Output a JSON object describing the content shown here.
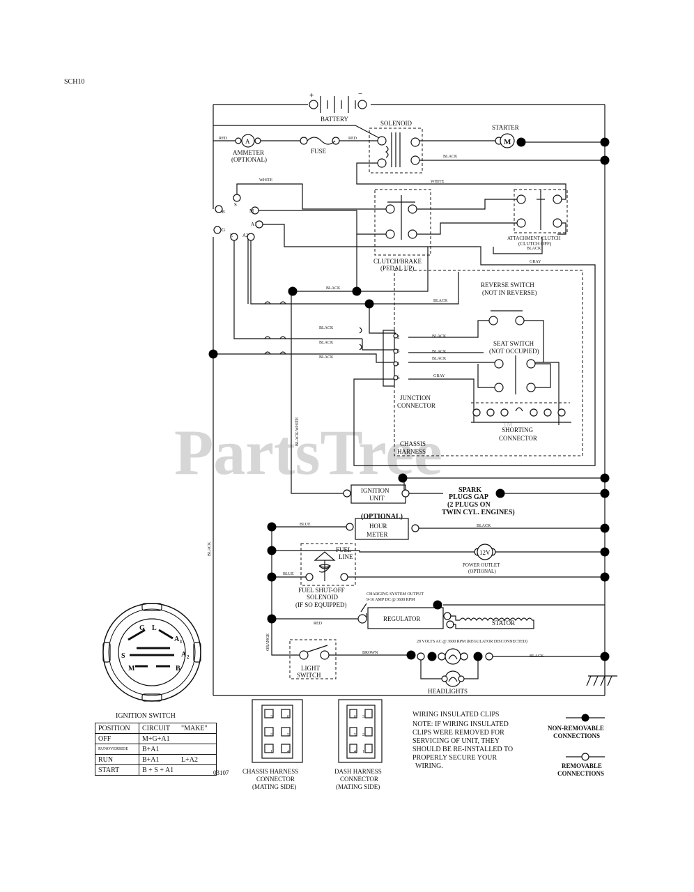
{
  "header": {
    "code": "SCH10",
    "footer_code": "03107"
  },
  "watermark": {
    "text": "PartsTree",
    "tm": "TM"
  },
  "components": {
    "battery": "BATTERY",
    "battery_plus": "+",
    "battery_minus": "−",
    "solenoid": "SOLENOID",
    "starter": "STARTER",
    "starter_motor": "M",
    "ammeter": "AMMETER",
    "ammeter_optional": "(OPTIONAL)",
    "ammeter_symbol": "A",
    "fuse": "FUSE",
    "clutch_brake": "CLUTCH/BRAKE",
    "clutch_brake_sub": "(PEDAL UP)",
    "attachment_clutch": "ATTACHMENT CLUTCH",
    "attachment_clutch_sub": "(CLUTCH OFF)",
    "reverse_switch": "REVERSE SWITCH",
    "reverse_switch_sub": "(NOT IN REVERSE)",
    "seat_switch": "SEAT SWITCH",
    "seat_switch_sub": "(NOT OCCUPIED)",
    "junction_connector_1": "JUNCTION",
    "junction_connector_2": "CONNECTOR",
    "shorting_connector_1": "SHORTING",
    "shorting_connector_2": "CONNECTOR",
    "chassis_harness_1": "CHASSIS",
    "chassis_harness_2": "HARNESS",
    "ignition_unit_1": "IGNITION",
    "ignition_unit_2": "UNIT",
    "spark_plugs_1": "SPARK",
    "spark_plugs_2": "PLUGS GAP",
    "spark_plugs_3": "(2 PLUGS ON",
    "spark_plugs_4": "TWIN CYL. ENGINES)",
    "hour_meter_optional": "(OPTIONAL)",
    "hour_meter_1": "HOUR",
    "hour_meter_2": "METER",
    "fuel_line_1": "FUEL",
    "fuel_line_2": "LINE",
    "power_outlet_symbol": "12V",
    "power_outlet": "POWER OUTLET",
    "power_outlet_sub": "(OPTIONAL)",
    "fuel_solenoid_1": "FUEL SHUT-OFF",
    "fuel_solenoid_2": "SOLENOID",
    "fuel_solenoid_3": "(IF SO EQUIPPED)",
    "charging_output_1": "CHARGING SYSTEM OUTPUT",
    "charging_output_2": "9-16 AMP DC @ 3600 RPM",
    "regulator": "REGULATOR",
    "stator": "STATOR",
    "stator_note": "28 VOLTS AC @ 3600 RPM (REGULATOR DISCONNECTED)",
    "light_switch_1": "LIGHT",
    "light_switch_2": "SWITCH",
    "headlights": "HEADLIGHTS"
  },
  "wires": {
    "red": "RED",
    "white": "WHITE",
    "black": "BLACK",
    "gray": "GRAY",
    "blue": "BLUE",
    "brown": "BROWN",
    "orange": "ORANGE",
    "black_white": "BLACK/WHITE"
  },
  "ignition_switch": {
    "title": "IGNITION SWITCH",
    "terminals": {
      "g": "G",
      "l": "L",
      "a1": "A",
      "a1_sub": "1",
      "a2": "A",
      "a2_sub": "2",
      "s": "S",
      "m": "M",
      "b": "B"
    },
    "table": {
      "headers": [
        "POSITION",
        "CIRCUIT",
        "\"MAKE\""
      ],
      "rows": [
        [
          "OFF",
          "M+G+A1",
          ""
        ],
        [
          "RUNOVERRIDE",
          "B+A1",
          ""
        ],
        [
          "RUN",
          "B+A1",
          "L+A2"
        ],
        [
          "START",
          "B + S + A1",
          ""
        ]
      ]
    }
  },
  "switch_terminals": {
    "b": "B",
    "s": "S",
    "m": "M",
    "a1": "A1",
    "g": "G",
    "l": "L",
    "a2": "A2"
  },
  "junction_pins": {
    "p2": "2",
    "p3": "3",
    "p1": "1",
    "p6": "6"
  },
  "chassis_connector": {
    "label_1": "CHASSIS HARNESS",
    "label_2": "CONNECTOR",
    "label_3": "(MATING SIDE)",
    "pins": [
      "3",
      "6",
      "2",
      "5",
      "1",
      "4"
    ]
  },
  "dash_connector": {
    "label_1": "DASH HARNESS",
    "label_2": "CONNECTOR",
    "label_3": "(MATING SIDE)",
    "pins": [
      "6",
      "3",
      "5",
      "2",
      "4",
      "1"
    ]
  },
  "notes": {
    "clips_title": "WIRING INSULATED CLIPS",
    "clips_1": "NOTE:  IF WIRING INSULATED",
    "clips_2": "CLIPS WERE REMOVED FOR",
    "clips_3": "SERVICING OF UNIT, THEY",
    "clips_4": "SHOULD BE RE-INSTALLED TO",
    "clips_5": "PROPERLY SECURE YOUR",
    "clips_6": "WIRING."
  },
  "legend": {
    "non_removable_1": "NON-REMOVABLE",
    "non_removable_2": "CONNECTIONS",
    "removable_1": "REMOVABLE",
    "removable_2": "CONNECTIONS"
  }
}
